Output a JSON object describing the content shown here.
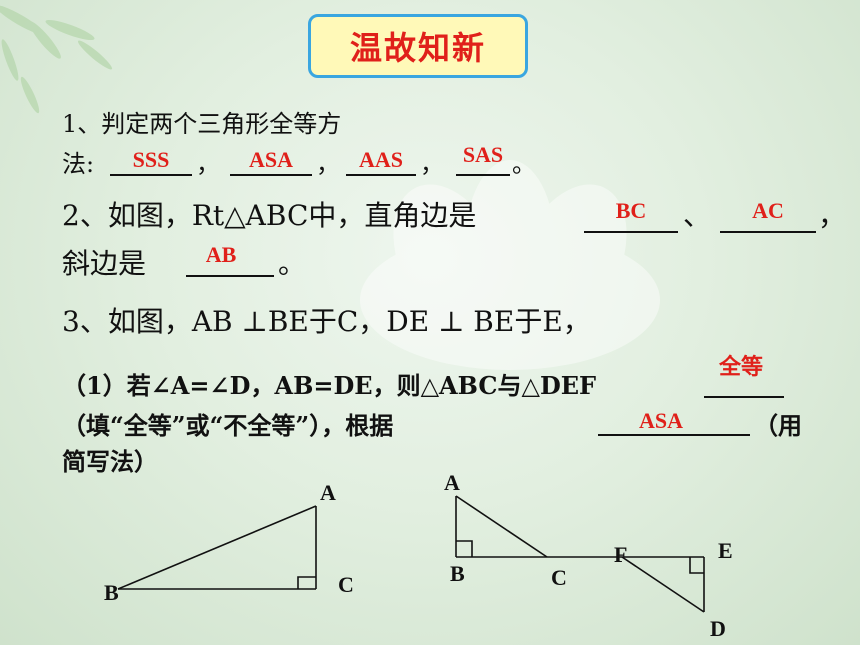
{
  "slide": {
    "title": "温故知新",
    "q1": {
      "text_line1": "1、判定两个三角形全等方",
      "text_line2_prefix": "法:",
      "sep1": "，",
      "sep2": "，",
      "sep3": "，",
      "end": "。",
      "answers": [
        "SSS",
        "ASA",
        "AAS",
        "SAS"
      ]
    },
    "q2": {
      "line1": "2、如图，Rt△ABC中，直角边是",
      "sep": "、",
      "end1": "，",
      "line2": "斜边是",
      "end2": "。",
      "answers": {
        "leg1": "BC",
        "leg2": "AC",
        "hyp": "AB"
      }
    },
    "q3": {
      "line": "3、如图，AB ⊥BE于C，DE ⊥ BE于E，"
    },
    "q4": {
      "line1": "（1）若∠A=∠D，AB=DE，则△ABC与△DEF",
      "line2": "（填“全等”或“不全等”），根据",
      "line2_end": "（用",
      "line3": "简写法）",
      "answers": {
        "congruent": "全等",
        "criterion": "ASA"
      }
    },
    "figure1": {
      "A": "A",
      "B": "B",
      "C": "C"
    },
    "figure2": {
      "A": "A",
      "B": "B",
      "C": "C",
      "D": "D",
      "E": "E",
      "F": "F"
    }
  }
}
